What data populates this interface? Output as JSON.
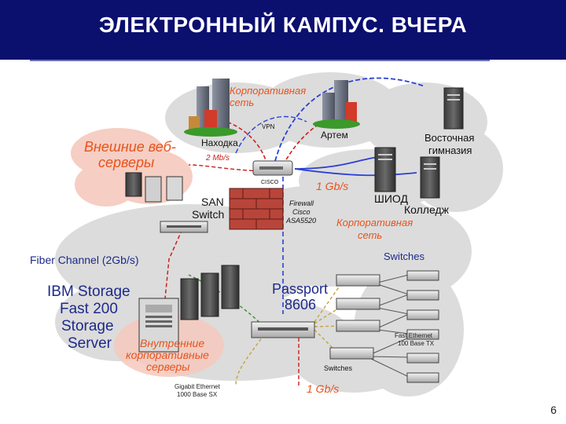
{
  "slide": {
    "title": "ЭЛЕКТРОННЫЙ КАМПУС. ВЧЕРА",
    "page_number": "6"
  },
  "colors": {
    "title_bar": "#0b0f6e",
    "cloud": "#dcdcdc",
    "pink_cloud": "#f6c9bd",
    "orange_text": "#e8531b",
    "navy_text": "#1d2a8a",
    "blue_link": "#2b3fd6",
    "red_link": "#cf1d1d",
    "green_link": "#3a8f2a",
    "olive_link": "#c7a23a"
  },
  "labels": {
    "corp_net_top": "Корпоративная\nсеть",
    "nakhodka": "Находка",
    "artem": "Артем",
    "vpn": "VPN",
    "east_gym": "Восточная\nгимназия",
    "ext_web": "Внешние веб-\nсерверы",
    "speed_2mb": "2 Mb/s",
    "cisco": "CISCO",
    "speed_1gb_top": "1 Gb/s",
    "shiod": "ШИОД",
    "college": "Колледж",
    "san_switch": "SAN\nSwitch",
    "firewall": "Firewall\nCisco\nASA5520",
    "corp_net_mid": "Корпоративная\nсеть",
    "fiber_channel": "Fiber Channel (2Gb/s)",
    "switches_top": "Switches",
    "ibm_storage": "IBM Storage\nFast 200\nStorage\nServer",
    "passport": "Passport\n8606",
    "internal_servers": "Внутренние\nкорпоративные\nсерверы",
    "fast_ethernet": "Fast Ethernet\n100 Base TX",
    "switches_bottom": "Switches",
    "gigabit": "Gigabit Ethernet\n1000 Base SX",
    "speed_1gb_bottom": "1 Gb/s"
  }
}
